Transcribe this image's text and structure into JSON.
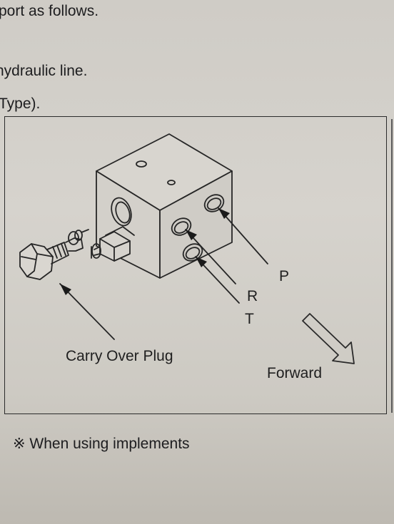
{
  "text_lines": {
    "line1": "port as follows.",
    "line2": "hydraulic line.",
    "line3": "Type).",
    "footer": "※ When using implements"
  },
  "diagram": {
    "labels": {
      "carry_over_plug": "Carry Over Plug",
      "port_p": "P",
      "port_r": "R",
      "port_t": "T",
      "forward": "Forward"
    }
  }
}
